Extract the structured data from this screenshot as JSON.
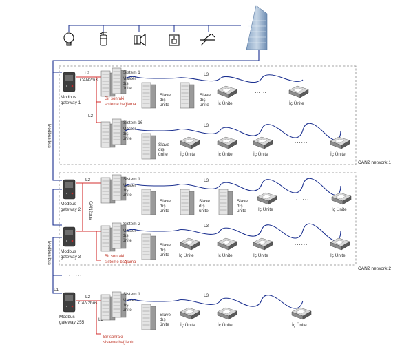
{
  "top_icons": [
    "bulb-icon",
    "fire-extinguisher-icon",
    "fan-icon",
    "elevator-icon",
    "power-icon"
  ],
  "labels": {
    "modbus_bus": "Modbus bus",
    "can2bus": "CAN2bus",
    "l1": "L1",
    "l2": "L2",
    "l3": "L3",
    "dots": "……",
    "dots_alt": "......",
    "indoor": "İç Ünite",
    "slave_1": "Slave",
    "slave_2": "dış",
    "slave_3": "ünite",
    "master_1": "Master",
    "master_2": "dış",
    "master_3": "ünite",
    "next_1": "Bir sonraki",
    "next_2": "sisteme bağlama",
    "next_2_alt": "sisteme bağlantı"
  },
  "gateways": [
    "Modbus gateway 1",
    "Modbus gateway 2",
    "Modbus gateway 3",
    "Modbus gateway 255"
  ],
  "systems": [
    "Sistem 1",
    "Sistem 16",
    "Sistem 1",
    "Sistem 2",
    "Sistem 1"
  ],
  "networks": [
    "CAN2 network 1",
    "CAN2 network 2"
  ],
  "colors": {
    "bus": "#1a2f8f",
    "can": "#d32f2f",
    "border": "#888888"
  }
}
